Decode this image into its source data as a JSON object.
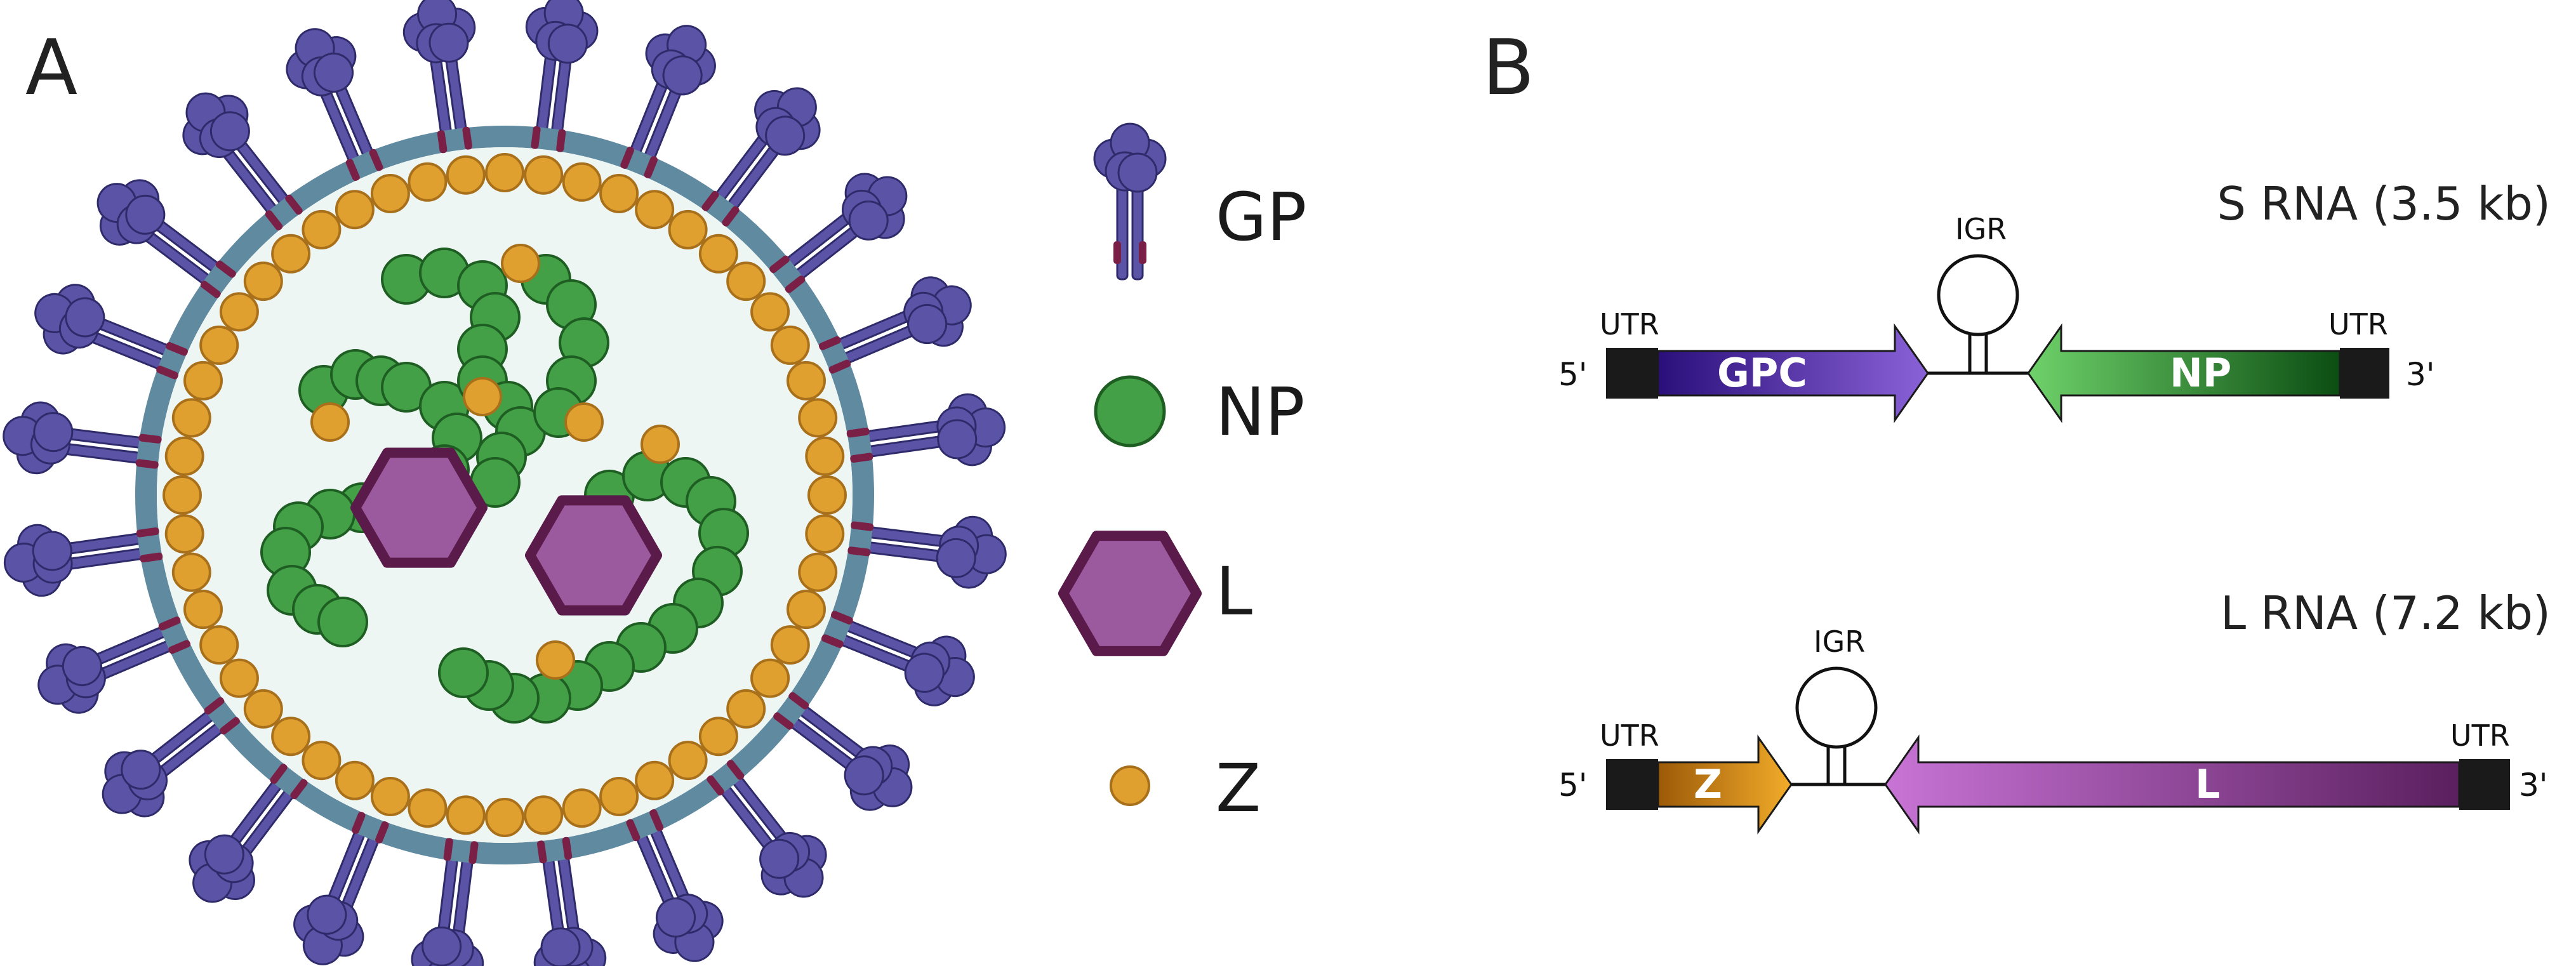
{
  "panels": {
    "a_label": "A",
    "b_label": "B"
  },
  "legend": [
    {
      "key": "gp",
      "label": "GP",
      "icon": "glycoprotein-spike-icon"
    },
    {
      "key": "np",
      "label": "NP",
      "icon": "green-circle-icon"
    },
    {
      "key": "l",
      "label": "L",
      "icon": "purple-hexagon-icon"
    },
    {
      "key": "z",
      "label": "Z",
      "icon": "orange-dot-icon"
    }
  ],
  "colors": {
    "gp": "#5b54a6",
    "gp_dark": "#2f2b6b",
    "gp_band": "#7a1f45",
    "membrane": "#5f8aa0",
    "interior": "#eef6f4",
    "np": "#43a047",
    "np_dark": "#1e5e22",
    "z": "#e0a030",
    "z_dark": "#a8701a",
    "l": "#9c5a9e",
    "l_dark": "#5a1a4a",
    "utr": "#1a1a1a"
  },
  "s_rna": {
    "title": "S RNA (3.5 kb)",
    "utr_left": "UTR",
    "utr_right": "UTR",
    "five_prime": "5'",
    "three_prime": "3'",
    "igr": "IGR",
    "gene_left": "GPC",
    "gene_right": "NP",
    "gene_left_colors": [
      "#2a0f7a",
      "#8a62d8"
    ],
    "gene_right_colors": [
      "#6fd26a",
      "#0b4d12"
    ]
  },
  "l_rna": {
    "title": "L RNA (7.2 kb)",
    "utr_left": "UTR",
    "utr_right": "UTR",
    "five_prime": "5'",
    "three_prime": "3'",
    "igr": "IGR",
    "gene_left": "Z",
    "gene_right": "L",
    "gene_left_colors": [
      "#9c5a08",
      "#f2ac2a"
    ],
    "gene_right_colors": [
      "#c874d6",
      "#5a1f5e"
    ]
  }
}
